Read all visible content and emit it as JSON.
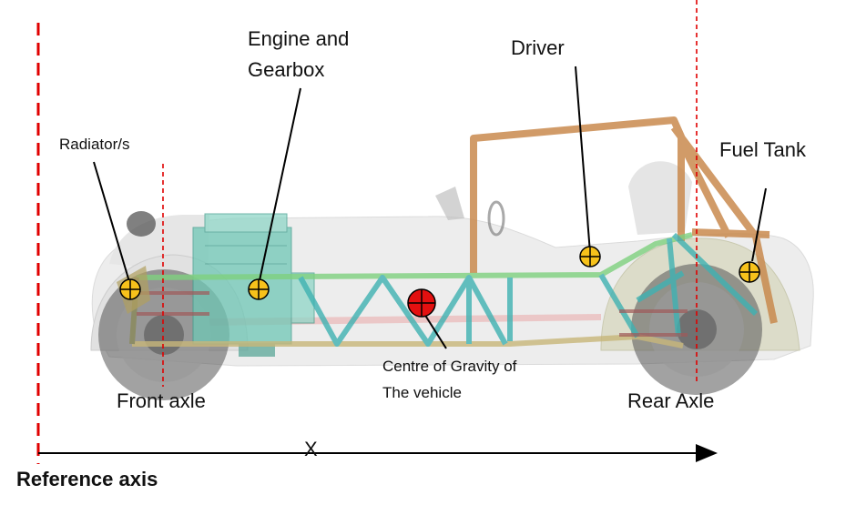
{
  "labels": {
    "engine_line1": "Engine and",
    "engine_line2": "Gearbox",
    "driver": "Driver",
    "radiator": "Radiator/s",
    "fuel_tank": "Fuel Tank",
    "cog_line1": "Centre of Gravity of",
    "cog_line2": "The vehicle",
    "front_axle": "Front axle",
    "rear_axle": "Rear Axle",
    "x_axis": "X",
    "reference_axis": "Reference axis"
  },
  "colors": {
    "reference_line": "#e00000",
    "mass_marker": "#f7c21b",
    "cog_marker": "#e31010",
    "frame_green": "#7fd17f",
    "frame_teal": "#3fb2b2",
    "roll_cage": "#c98a4e",
    "engine_block": "#6fc7b5"
  },
  "icons": {
    "mass_point": "crosshair-circle-icon",
    "centre_of_gravity": "crosshair-circle-icon"
  }
}
